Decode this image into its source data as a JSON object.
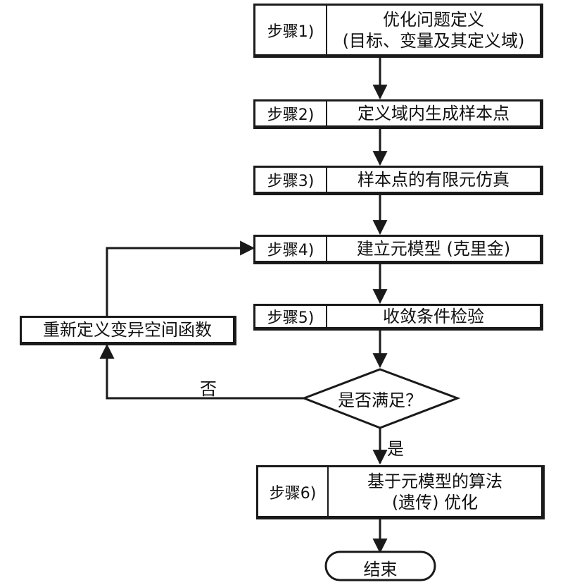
{
  "steps": [
    {
      "label": "步骤1)",
      "lines": [
        "优化问题定义",
        "(目标、变量及其定义域)"
      ]
    },
    {
      "label": "步骤2)",
      "lines": [
        "定义域内生成样本点"
      ]
    },
    {
      "label": "步骤3)",
      "lines": [
        "样本点的有限元仿真"
      ]
    },
    {
      "label": "步骤4)",
      "lines": [
        "建立元模型 (克里金)"
      ]
    },
    {
      "label": "步骤5)",
      "lines": [
        "收敛条件检验"
      ]
    },
    {
      "label": "步骤6)",
      "lines": [
        "基于元模型的算法",
        "(遗传) 优化"
      ]
    }
  ],
  "redefine_box": "重新定义变异空间函数",
  "decision": "是否满足？",
  "no_label": "否",
  "yes_label": "是",
  "end_label": "结束"
}
